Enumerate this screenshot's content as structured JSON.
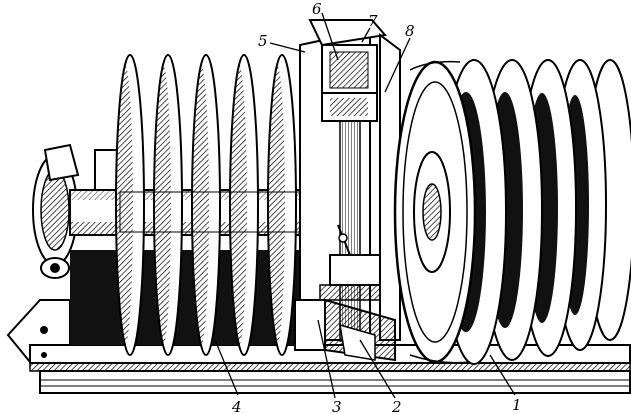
{
  "labels": {
    "l1": "1",
    "l2": "2",
    "l3": "3",
    "l4": "4",
    "l5": "5",
    "l6": "6",
    "l7": "7",
    "l8": "8"
  },
  "colors": {
    "ink": "#000000",
    "paper": "#ffffff",
    "shade": "#1a1a1a"
  }
}
